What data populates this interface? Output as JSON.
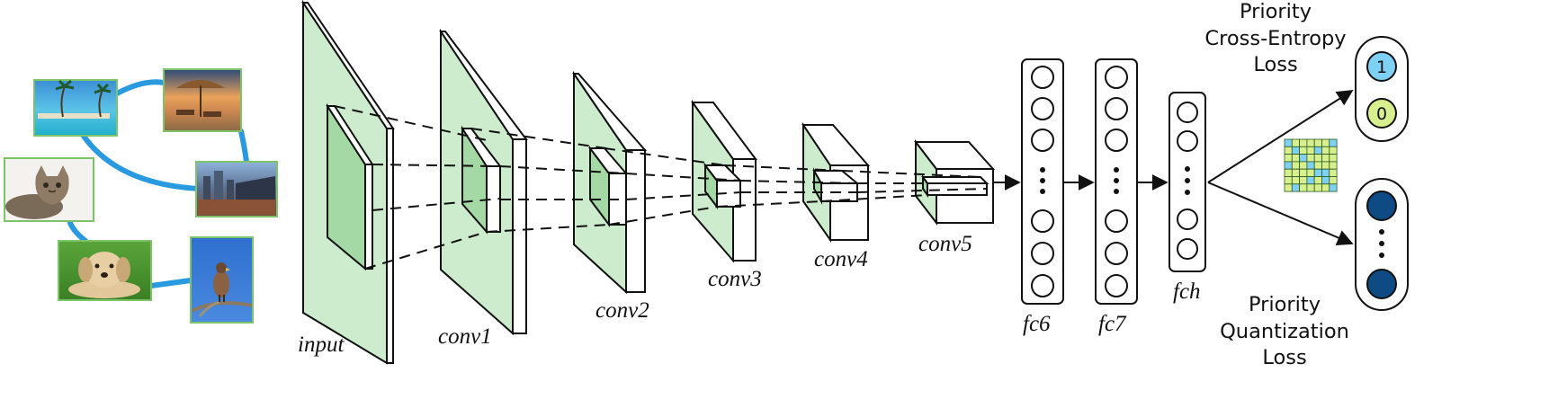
{
  "layers": {
    "input": "input",
    "conv1": "conv1",
    "conv2": "conv2",
    "conv3": "conv3",
    "conv4": "conv4",
    "conv5": "conv5",
    "fc6": "fc6",
    "fc7": "fc7",
    "fch": "fch"
  },
  "losses": {
    "cross_entropy": [
      "Priority",
      "Cross-Entropy",
      "Loss"
    ],
    "quantization": [
      "Priority",
      "Quantization",
      "Loss"
    ]
  },
  "outputs": {
    "bit_one": "1",
    "bit_zero": "0"
  },
  "colors": {
    "green_fill": "#cdebcd",
    "green_inner": "#a4d8a4",
    "edge_blue": "#2a9ae0",
    "bit_one": "#7fd0f5",
    "bit_zero": "#d7ef8c",
    "code_dark": "#0e4a83",
    "photo_frame": "#7cc36a"
  },
  "images": [
    {
      "name": "palm-beach"
    },
    {
      "name": "beach-umbrella-sunset"
    },
    {
      "name": "cat"
    },
    {
      "name": "city-harbor"
    },
    {
      "name": "puppy"
    },
    {
      "name": "bird"
    }
  ]
}
